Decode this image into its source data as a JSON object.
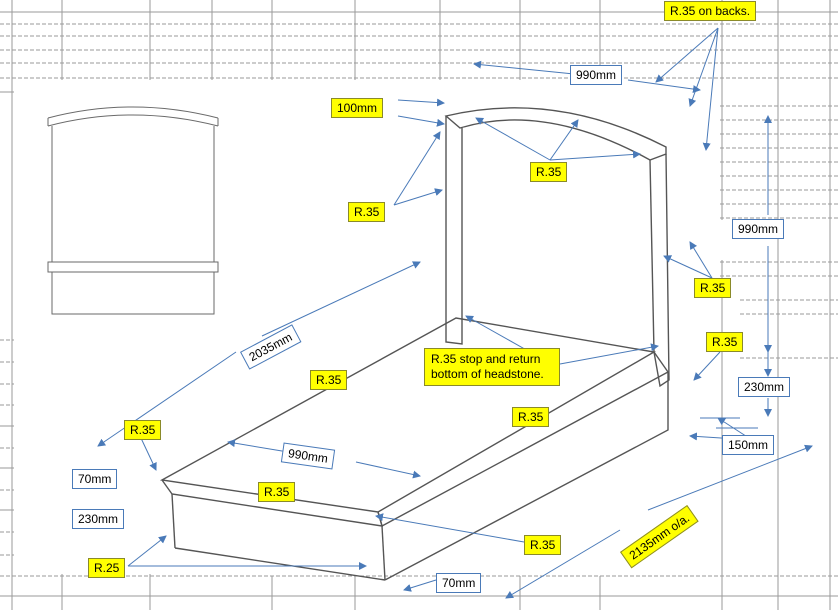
{
  "colors": {
    "highlight": "#ffff00",
    "arrow": "#4a7ab8",
    "grid": "#9a9a9a",
    "outline": "#555555"
  },
  "labels": {
    "r35_backs": "R.35 on backs.",
    "w990_top": "990mm",
    "h100": "100mm",
    "r35_top": "R.35",
    "r35_left_back": "R.35",
    "h990_right": "990mm",
    "r35_right_upper": "R.35",
    "r35_right_lower": "R.35",
    "r35_stop": "R.35 stop and return bottom of headstone.",
    "d2035": "2035mm",
    "r35_mid": "R.35",
    "r35_corner": "R.35",
    "r35_right_top": "R.35",
    "w990_front": "990mm",
    "r35_front": "R.35",
    "d230_right": "230mm",
    "d150": "150mm",
    "d70_left": "70mm",
    "d230_left": "230mm",
    "r25": "R.25",
    "r35_bottom": "R.35",
    "d2135": "2135mm o/a.",
    "d70_bottom": "70mm"
  }
}
